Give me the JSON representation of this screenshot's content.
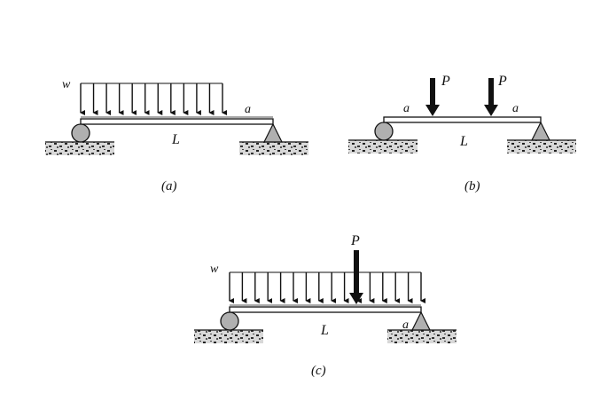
{
  "figures": [
    {
      "caption": "(a)",
      "load_label": "w",
      "length_label": "L",
      "a_label": "a"
    },
    {
      "caption": "(b)",
      "force_label_1": "P",
      "force_label_2": "P",
      "length_label": "L",
      "a_label_1": "a",
      "a_label_2": "a"
    },
    {
      "caption": "(c)",
      "load_label": "w",
      "force_label": "P",
      "length_label": "L",
      "a_label": "a"
    }
  ],
  "colors": {
    "ink": "#111111",
    "support_fill": "#b0b0b0",
    "ground_fill": "#d8d8d8"
  }
}
